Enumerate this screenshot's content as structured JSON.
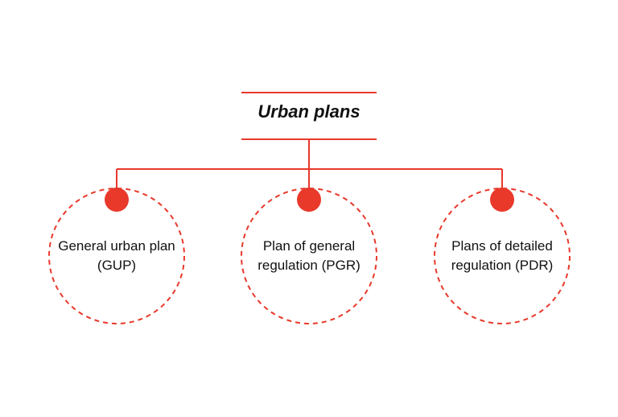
{
  "title": "Urban plans",
  "colors": {
    "accent": "#e8392b",
    "text": "#111111"
  },
  "nodes": [
    {
      "label": "General urban plan (GUP)"
    },
    {
      "label": "Plan of general regulation (PGR)"
    },
    {
      "label": "Plans of detailed regulation (PDR)"
    }
  ]
}
